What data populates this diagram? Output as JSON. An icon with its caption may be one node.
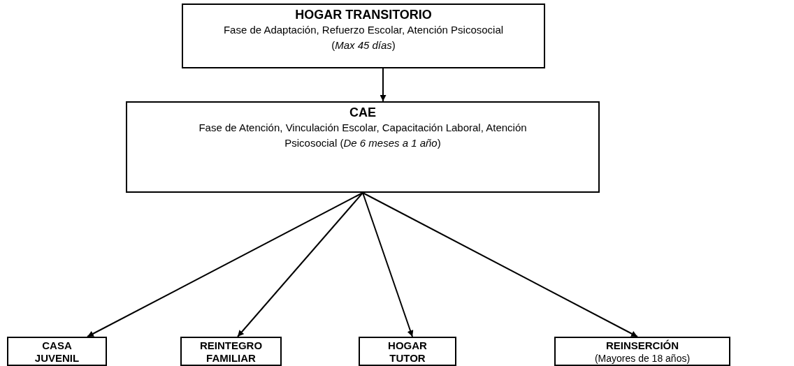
{
  "diagram": {
    "nodes": [
      {
        "text": [
          "HOGAR TRANSITORIO",
          "Fase de Adaptación, Refuerzo Escolar, Atención Psicosocial",
          "(*Max 45 días*)"
        ]
      },
      {
        "text": [
          "CAE",
          "Fase de Atención, Vinculación Escolar, Capacitación Laboral, Atención Psicosocial (*De 6 meses a 1 año*)"
        ]
      },
      {
        "text": [
          "CASA JUVENIL"
        ]
      },
      {
        "text": [
          "REINTEGRO FAMILIAR"
        ]
      },
      {
        "text": [
          "HOGAR TUTOR"
        ]
      },
      {
        "text": [
          "REINSERCIÓN",
          "(Mayores de 18 años)"
        ]
      }
    ],
    "edges": [
      {
        "from": 0,
        "to": 1,
        "arrow": "to"
      },
      {
        "from": 1,
        "to": 2,
        "arrow": "to"
      },
      {
        "from": 1,
        "to": 3,
        "arrow": "to"
      },
      {
        "from": 1,
        "to": 4,
        "arrow": "to"
      },
      {
        "from": 1,
        "to": 5,
        "arrow": "to"
      }
    ]
  }
}
